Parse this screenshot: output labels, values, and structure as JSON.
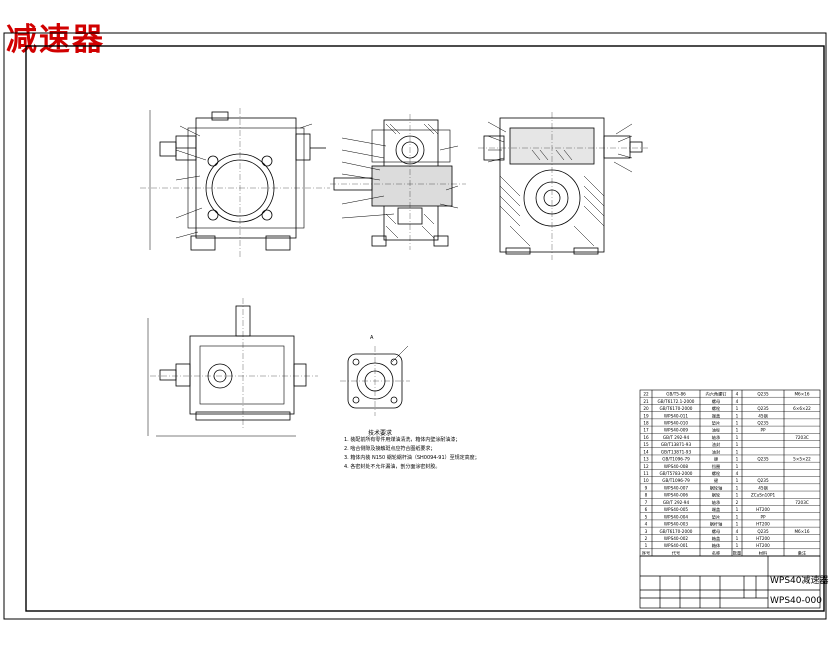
{
  "title": "减速器",
  "notes": {
    "heading": "技术要求",
    "items": [
      "1. 装配前所有零件用煤油清洗，箱体内壁涂耐油漆；",
      "2. 啮合侧隙及接触斑点应符合图纸要求；",
      "3. 箱体内装 N150 蜗轮蜗杆油（SH0094-91）至规定高度；",
      "4. 各密封处不允许漏油，剖分面涂密封胶。"
    ]
  },
  "section_label": "A",
  "title_block": {
    "name": "WPS40减速器",
    "code": "WPS40-000"
  },
  "bom": {
    "rows": [
      [
        "22",
        "GB/T5-86",
        "内六角螺钉",
        "4",
        "Q235",
        "M6×16"
      ],
      [
        "21",
        "GB/T6172.1-2000",
        "螺母",
        "4",
        "",
        ""
      ],
      [
        "20",
        "GB/T6170-2000",
        "螺栓",
        "1",
        "Q235",
        "6×6×22"
      ],
      [
        "19",
        "WPS40-011",
        "端盖",
        "1",
        "45钢",
        ""
      ],
      [
        "18",
        "WPS40-010",
        "垫片",
        "1",
        "Q235",
        ""
      ],
      [
        "17",
        "WPS40-009",
        "油标",
        "1",
        "PP",
        ""
      ],
      [
        "16",
        "GB/T 292-94",
        "轴承",
        "1",
        "",
        "7203C"
      ],
      [
        "15",
        "GB/T13871-93",
        "油封",
        "1",
        "",
        ""
      ],
      [
        "14",
        "GB/T13871-93",
        "油封",
        "1",
        "",
        ""
      ],
      [
        "13",
        "GB/T1096-79",
        "键",
        "1",
        "Q235",
        "5×5×22"
      ],
      [
        "12",
        "WPS40-008",
        "挡圈",
        "1",
        "",
        ""
      ],
      [
        "11",
        "GB/T5783-2000",
        "螺栓",
        "4",
        "",
        ""
      ],
      [
        "10",
        "GB/T1096-79",
        "键",
        "1",
        "Q235",
        ""
      ],
      [
        "9",
        "WPS40-007",
        "蜗轮轴",
        "1",
        "45钢",
        ""
      ],
      [
        "8",
        "WPS40-006",
        "蜗轮",
        "1",
        "ZCuSn10P1",
        ""
      ],
      [
        "7",
        "GB/T 292-94",
        "轴承",
        "2",
        "",
        "7203C"
      ],
      [
        "6",
        "WPS40-005",
        "端盖",
        "1",
        "HT200",
        ""
      ],
      [
        "5",
        "WPS40-004",
        "垫片",
        "1",
        "PP",
        ""
      ],
      [
        "4",
        "WPS40-003",
        "蜗杆轴",
        "1",
        "HT200",
        ""
      ],
      [
        "3",
        "GB/T6170-2000",
        "螺母",
        "4",
        "Q235",
        "M6×16"
      ],
      [
        "2",
        "WPS40-002",
        "箱盖",
        "1",
        "HT200",
        ""
      ],
      [
        "1",
        "WPS40-001",
        "箱体",
        "1",
        "HT200",
        ""
      ]
    ],
    "header": [
      "序号",
      "代号",
      "名称",
      "数量",
      "材料",
      "备注"
    ]
  }
}
